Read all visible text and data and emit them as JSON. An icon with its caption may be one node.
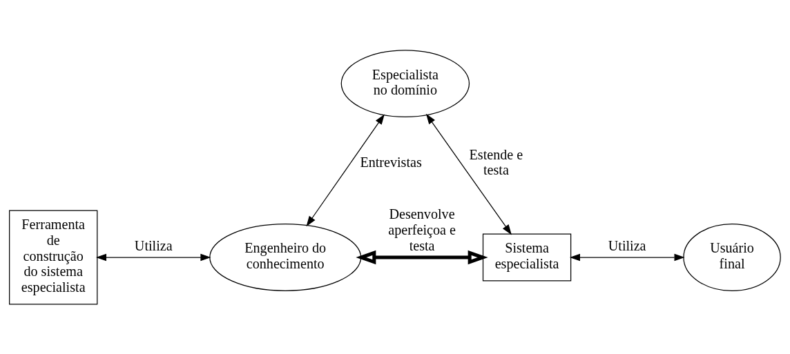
{
  "diagram": {
    "nodes": [
      {
        "text": [
          "Especialista no domínio"
        ]
      },
      {
        "text": [
          "Ferramenta de construção do sistema especialista"
        ]
      },
      {
        "text": [
          "Engenheiro do conhecimento"
        ]
      },
      {
        "text": [
          "Sistema especialista"
        ]
      },
      {
        "text": [
          "Usuário final"
        ]
      }
    ],
    "edges": [
      {
        "from": 0,
        "to": 3,
        "arrow": "both",
        "label": "Estende e testa"
      },
      {
        "from": 0,
        "to": 2,
        "arrow": "both",
        "label": "Entrevistas"
      },
      {
        "from": 1,
        "to": 2,
        "arrow": "both",
        "label": "Utiliza"
      },
      {
        "from": 2,
        "to": 3,
        "arrow": "both",
        "label": "Desenvolve aperfeiçoa e testa",
        "style": "thick"
      },
      {
        "from": 3,
        "to": 4,
        "arrow": "both",
        "label": "Utiliza"
      }
    ]
  }
}
